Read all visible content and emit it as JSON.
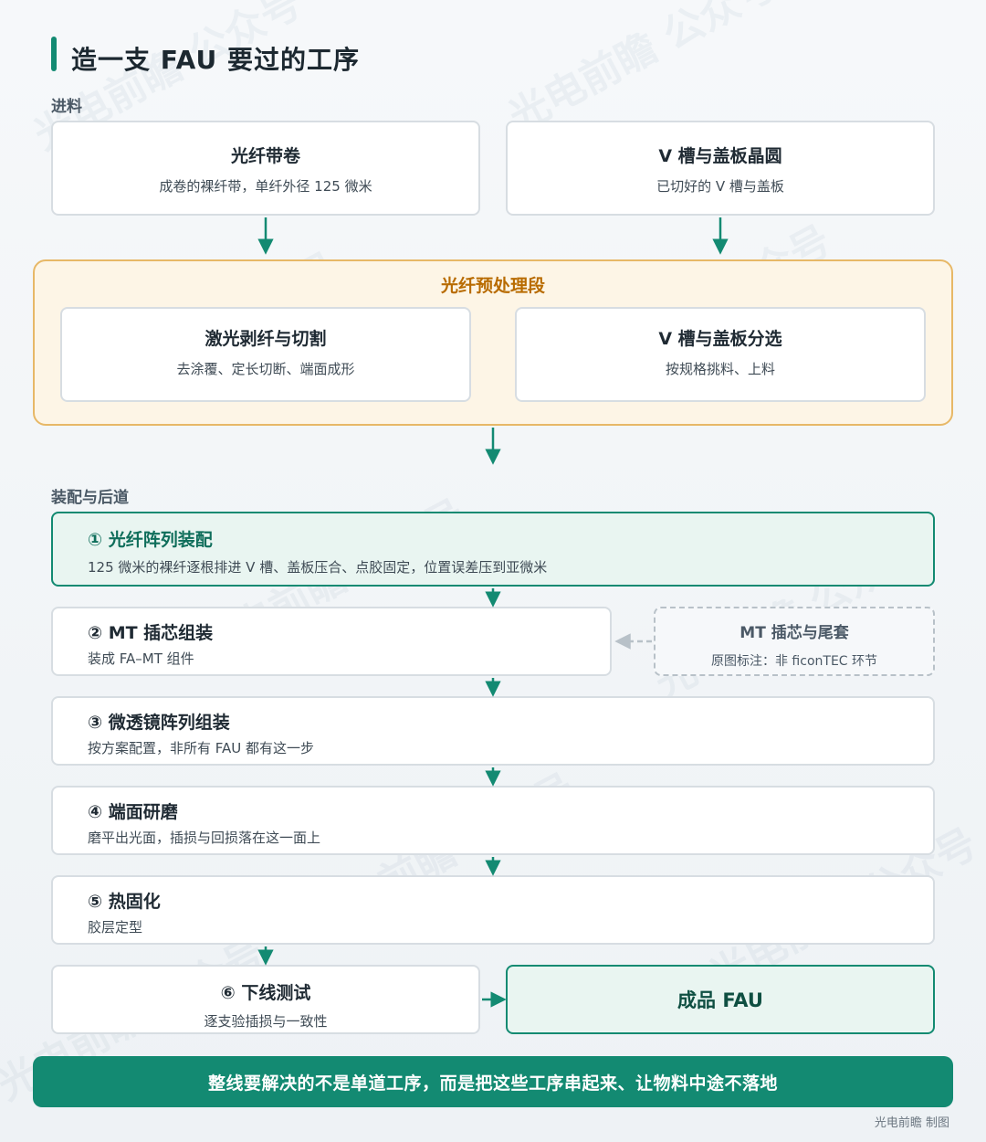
{
  "title": "造一支 FAU 要过的工序",
  "sections": {
    "intake": "进料",
    "assembly": "装配与后道"
  },
  "intake": [
    {
      "title": "光纤带卷",
      "desc": "成卷的裸纤带，单纤外径 125 微米"
    },
    {
      "title": "V 槽与盖板晶圆",
      "desc": "已切好的 V 槽与盖板"
    }
  ],
  "preprocess": {
    "title": "光纤预处理段",
    "items": [
      {
        "title": "激光剥纤与切割",
        "desc": "去涂覆、定长切断、端面成形"
      },
      {
        "title": "V 槽与盖板分选",
        "desc": "按规格挑料、上料"
      }
    ]
  },
  "steps": [
    {
      "title": "① 光纤阵列装配",
      "desc": "125 微米的裸纤逐根排进 V 槽、盖板压合、点胶固定，位置误差压到亚微米"
    },
    {
      "title": "② MT 插芯组装",
      "desc": "装成 FA–MT 组件"
    },
    {
      "title": "③ 微透镜阵列组装",
      "desc": "按方案配置，非所有 FAU 都有这一步"
    },
    {
      "title": "④ 端面研磨",
      "desc": "磨平出光面，插损与回损落在这一面上"
    },
    {
      "title": "⑤ 热固化",
      "desc": "胶层定型"
    },
    {
      "title": "⑥ 下线测试",
      "desc": "逐支验插损与一致性"
    }
  ],
  "side_note": {
    "title": "MT 插芯与尾套",
    "desc": "原图标注：非 ficonTEC 环节"
  },
  "final": "成品 FAU",
  "banner": "整线要解决的不是单道工序，而是把这些工序串起来、让物料中途不落地",
  "credit": "光电前瞻 制图",
  "watermark": "光电前瞻 公众号",
  "colors": {
    "accent": "#138a72",
    "pre_border": "#e7b867",
    "pre_title": "#b86b00"
  }
}
